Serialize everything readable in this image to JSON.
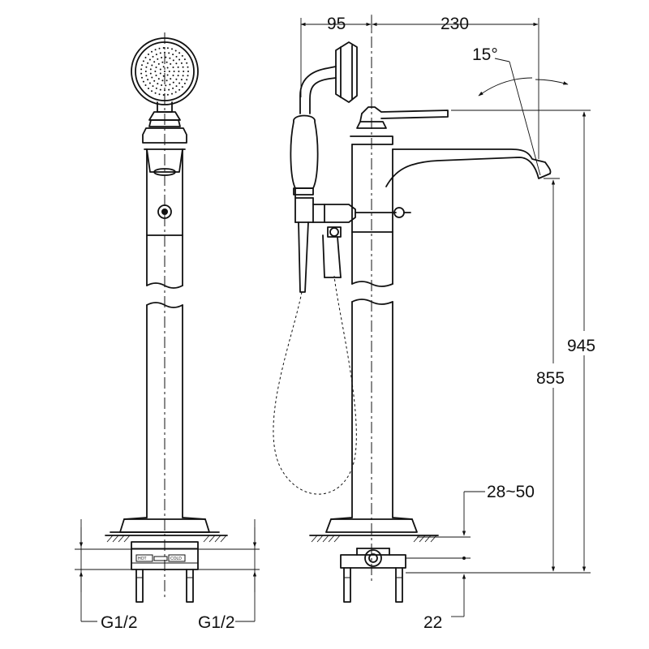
{
  "dimensions": {
    "width_95": "95",
    "width_230": "230",
    "angle": "15°",
    "height_945": "945",
    "height_855": "855",
    "mount_range": "28~50",
    "offset_22": "22"
  },
  "connections": {
    "left": "G1/2",
    "right": "G1/2"
  },
  "valve_labels": {
    "hot": "HOT",
    "cold": "COLD"
  }
}
